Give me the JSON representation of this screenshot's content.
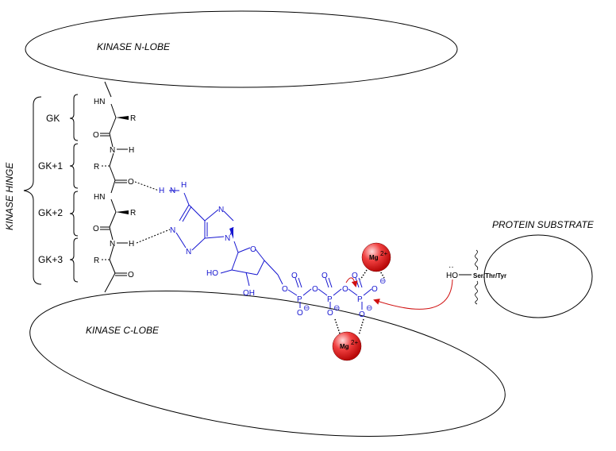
{
  "lobes": {
    "n_lobe": "KINASE N-LOBE",
    "c_lobe": "KINASE C-LOBE",
    "hinge": "KINASE HINGE",
    "substrate": "PROTEIN SUBSTRATE"
  },
  "residues": [
    "GK",
    "GK+1",
    "GK+2",
    "GK+3"
  ],
  "backbone": {
    "hn_top": "HN",
    "r": "R",
    "o": "O",
    "n": "N",
    "h": "H"
  },
  "atp": {
    "n": "N",
    "h": "H",
    "o": "O",
    "p": "P",
    "ho": "HO",
    "oh": "OH",
    "minus": "⊖"
  },
  "mg": {
    "ion": "Mg",
    "charge": "2+"
  },
  "substrate": {
    "hydroxyl": "HO",
    "residue": "Ser/Thr/Tyr"
  },
  "colors": {
    "atp": "#1515d0",
    "arrow": "#d01010",
    "mg_fill": "#e02020"
  }
}
